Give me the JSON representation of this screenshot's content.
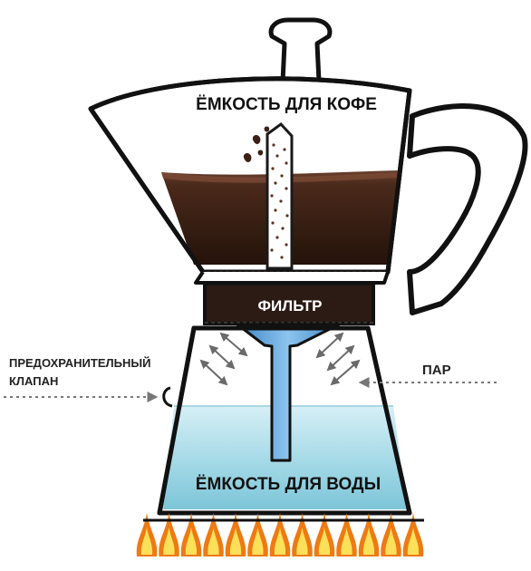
{
  "labels": {
    "coffee_chamber": "ЁМКОСТЬ ДЛЯ КОФЕ",
    "filter": "ФИЛЬТР",
    "safety_valve_line1": "ПРЕДОХРАНИТЕЛЬНЫЙ",
    "safety_valve_line2": "КЛАПАН",
    "steam": "ПАР",
    "water_chamber": "ЁМКОСТЬ ДЛЯ ВОДЫ"
  },
  "colors": {
    "outline": "#111111",
    "coffee_top": "#5a3422",
    "coffee_bottom": "#2a1710",
    "filter": "#2c1a14",
    "water_top": "#bfe5ef",
    "water_bottom": "#7fc7d9",
    "tube": "#5aa0d6",
    "arrow": "#6a6a6a",
    "flame_outer": "#f08a17",
    "flame_inner": "#fde05a"
  },
  "icons": {
    "flames": "fire-icon",
    "steam_arrows": "double-arrow-icon"
  }
}
